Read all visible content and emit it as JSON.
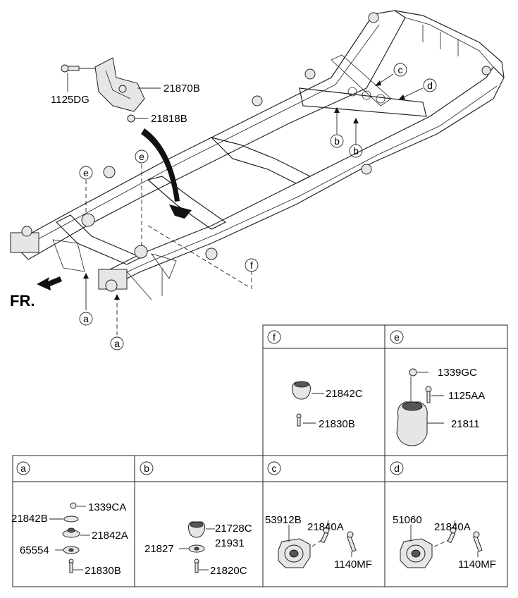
{
  "diagram": {
    "fr_label": "FR.",
    "main_labels": {
      "bolt_1125DG": "1125DG",
      "bracket_21870B": "21870B",
      "nut_21818B": "21818B"
    },
    "callouts": {
      "a": "a",
      "b": "b",
      "c": "c",
      "d": "d",
      "e": "e",
      "f": "f"
    }
  },
  "panels": {
    "f": {
      "key": "f",
      "parts": [
        "21842C",
        "21830B"
      ]
    },
    "e": {
      "key": "e",
      "parts": [
        "1339GC",
        "1125AA",
        "21811"
      ]
    },
    "a": {
      "key": "a",
      "parts": [
        "1339CA",
        "21842B",
        "21842A",
        "65554",
        "21830B"
      ]
    },
    "b": {
      "key": "b",
      "parts": [
        "21728C",
        "21827",
        "21931",
        "21820C"
      ]
    },
    "c": {
      "key": "c",
      "parts": [
        "21840A",
        "53912B",
        "1140MF"
      ]
    },
    "d": {
      "key": "d",
      "parts": [
        "21840A",
        "51060",
        "1140MF"
      ]
    }
  }
}
